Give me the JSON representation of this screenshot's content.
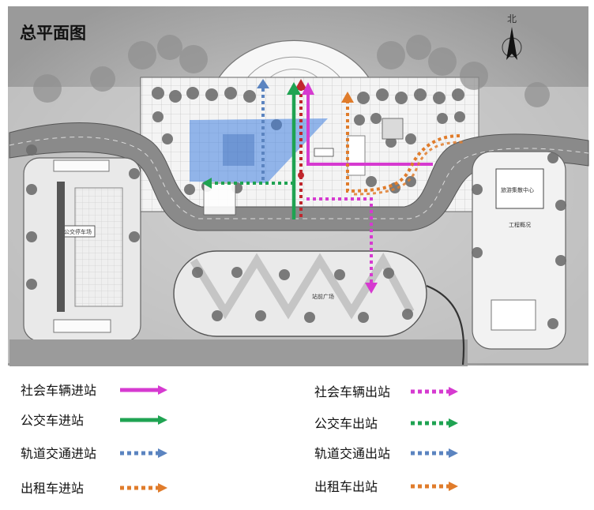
{
  "title": "总平面图",
  "north_label": "北",
  "signs": {
    "bus_area": "公交停车场",
    "right_building": "旅游集散中心",
    "right_note": "工程概况",
    "plaza_small": "站前广场"
  },
  "colors": {
    "social": "#d63ad0",
    "bus": "#1fa352",
    "rail": "#5b84c0",
    "taxi": "#e07c2b",
    "rail_area": "#3f7fe0",
    "exit_red": "#c0272d"
  },
  "legend": {
    "left": [
      {
        "label": "社会车辆进站",
        "color": "#d63ad0",
        "style": "solid"
      },
      {
        "label": "公交车进站",
        "color": "#1fa352",
        "style": "solid"
      },
      {
        "label": "轨道交通进站",
        "color": "#5b84c0",
        "style": "dotted"
      },
      {
        "label": "出租车进站",
        "color": "#e07c2b",
        "style": "dotted"
      }
    ],
    "right": [
      {
        "label": "社会车辆出站",
        "color": "#d63ad0",
        "style": "dotted"
      },
      {
        "label": "公交车出站",
        "color": "#1fa352",
        "style": "dotted"
      },
      {
        "label": "轨道交通出站",
        "color": "#5b84c0",
        "style": "dotted"
      },
      {
        "label": "出租车出站",
        "color": "#e07c2b",
        "style": "dotted"
      }
    ]
  }
}
